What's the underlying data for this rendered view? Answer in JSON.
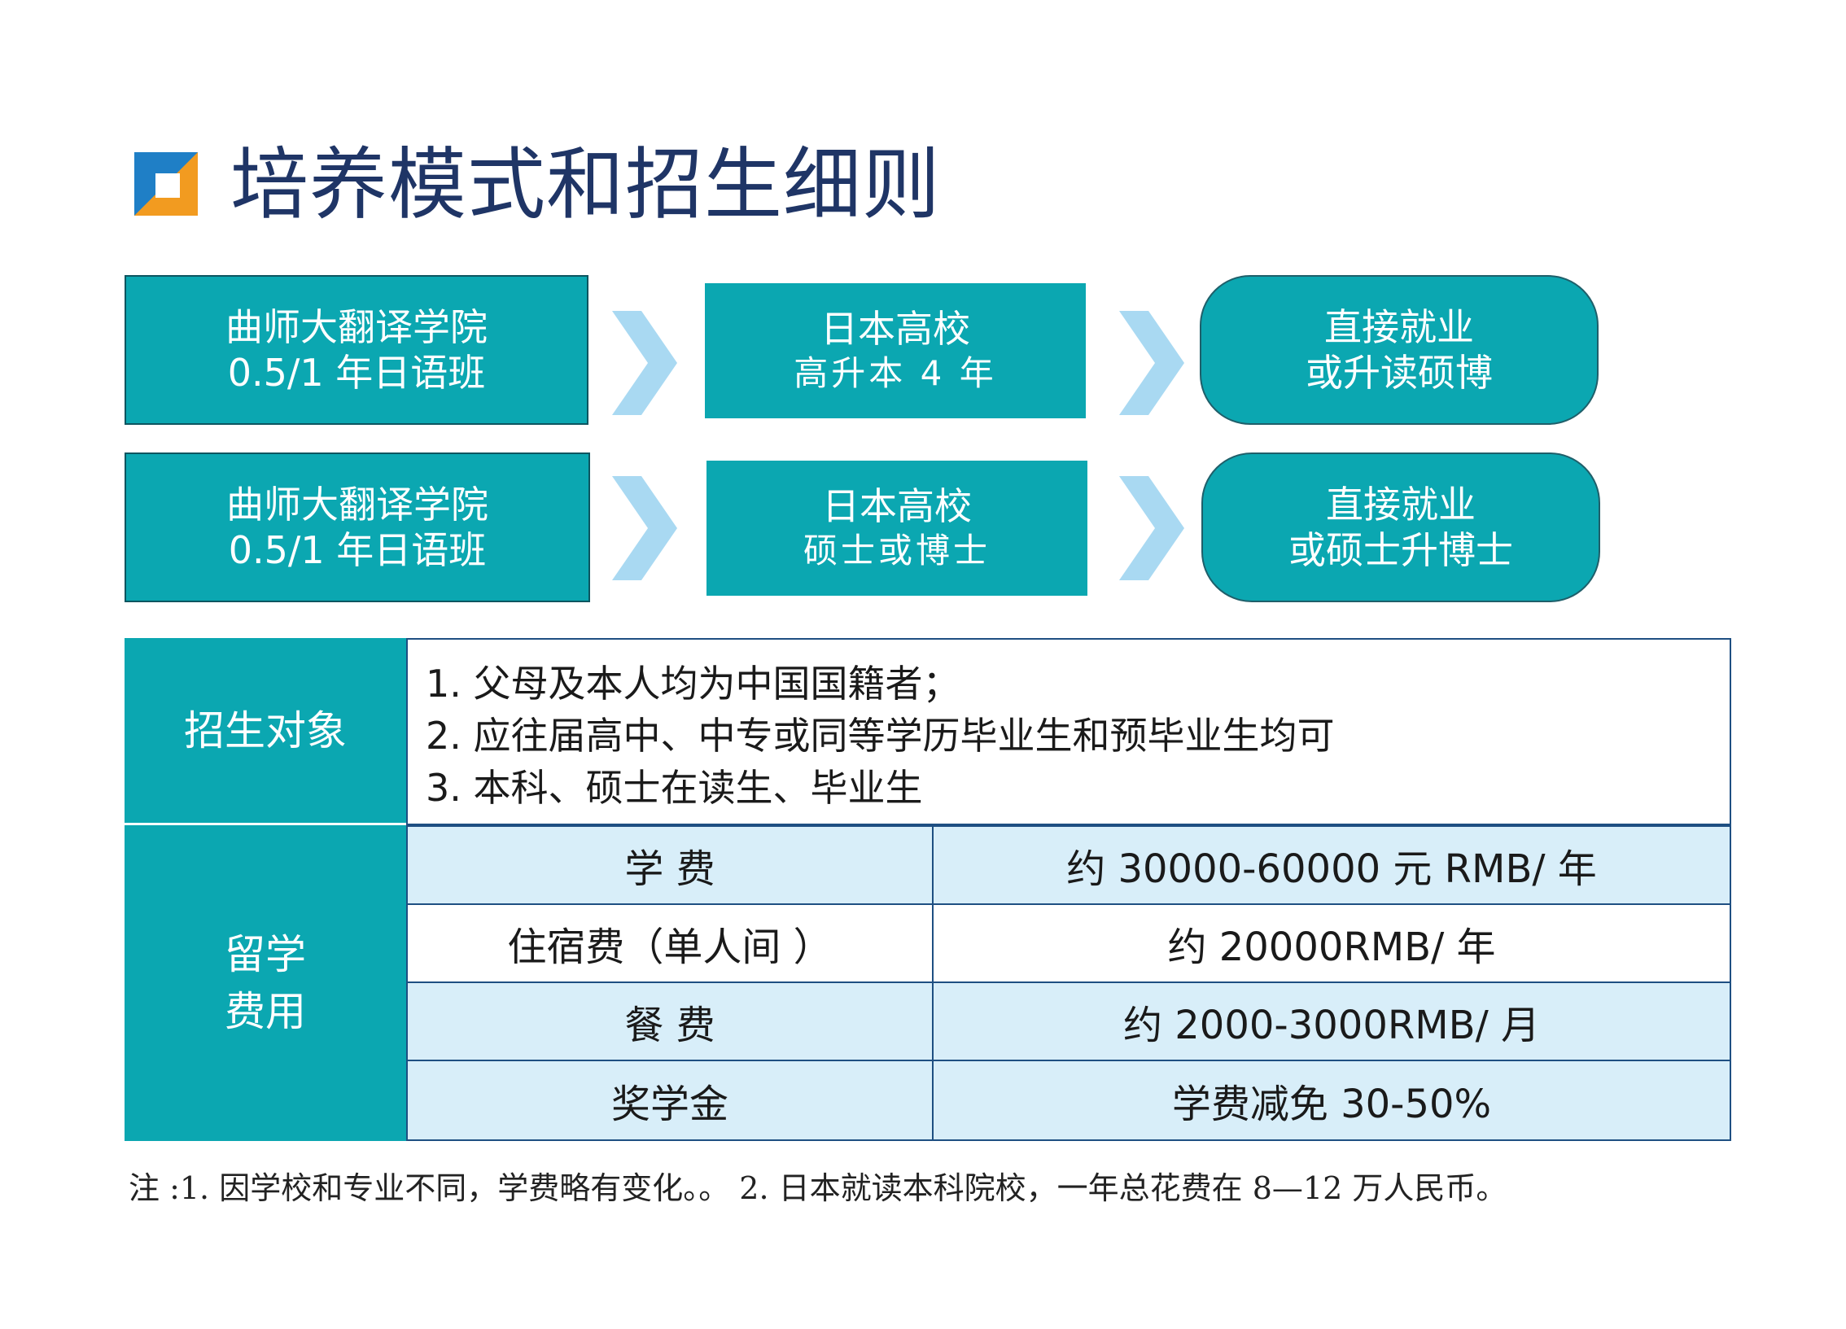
{
  "page": {
    "title": "培养模式和招生细则"
  },
  "flow": {
    "rows": [
      {
        "step1": {
          "line1": "曲师大翻译学院",
          "line2": "0.5/1 年日语班"
        },
        "step2": {
          "line1": "日本高校",
          "line2": "高升本 4 年"
        },
        "step3": {
          "line1": "直接就业",
          "line2": "或升读硕博"
        }
      },
      {
        "step1": {
          "line1": "曲师大翻译学院",
          "line2": "0.5/1 年日语班"
        },
        "step2": {
          "line1": "日本高校",
          "line2": "硕士或博士"
        },
        "step3": {
          "line1": "直接就业",
          "line2": "或硕士升博士"
        }
      }
    ]
  },
  "table": {
    "requirements": {
      "label": "招生对象",
      "items": [
        "1. 父母及本人均为中国国籍者；",
        "2. 应往届高中、中专或同等学历毕业生和预毕业生均可",
        "3. 本科、硕士在读生、毕业生"
      ]
    },
    "fees": {
      "label_line1": "留学",
      "label_line2": "费用",
      "rows": [
        {
          "item": "学 费",
          "value": "约 30000-60000 元 RMB/ 年"
        },
        {
          "item": "住宿费（单人间 ）",
          "value": "约 20000RMB/ 年"
        },
        {
          "item": "餐 费",
          "value": "约 2000-3000RMB/ 月"
        },
        {
          "item": "奖学金",
          "value": "学费减免 30-50%"
        }
      ]
    }
  },
  "note": {
    "text": "注 :1. 因学校和专业不同，学费略有变化。。 2. 日本就读本科院校，一年总花费在 8—12 万人民币。"
  },
  "colors": {
    "teal": "#0ba7b1",
    "light_blue": "#d8eef9",
    "title_navy": "#1f3566",
    "chevron": "#a9d9f2",
    "logo_blue": "#1f7fc6",
    "logo_orange": "#f29b20"
  }
}
